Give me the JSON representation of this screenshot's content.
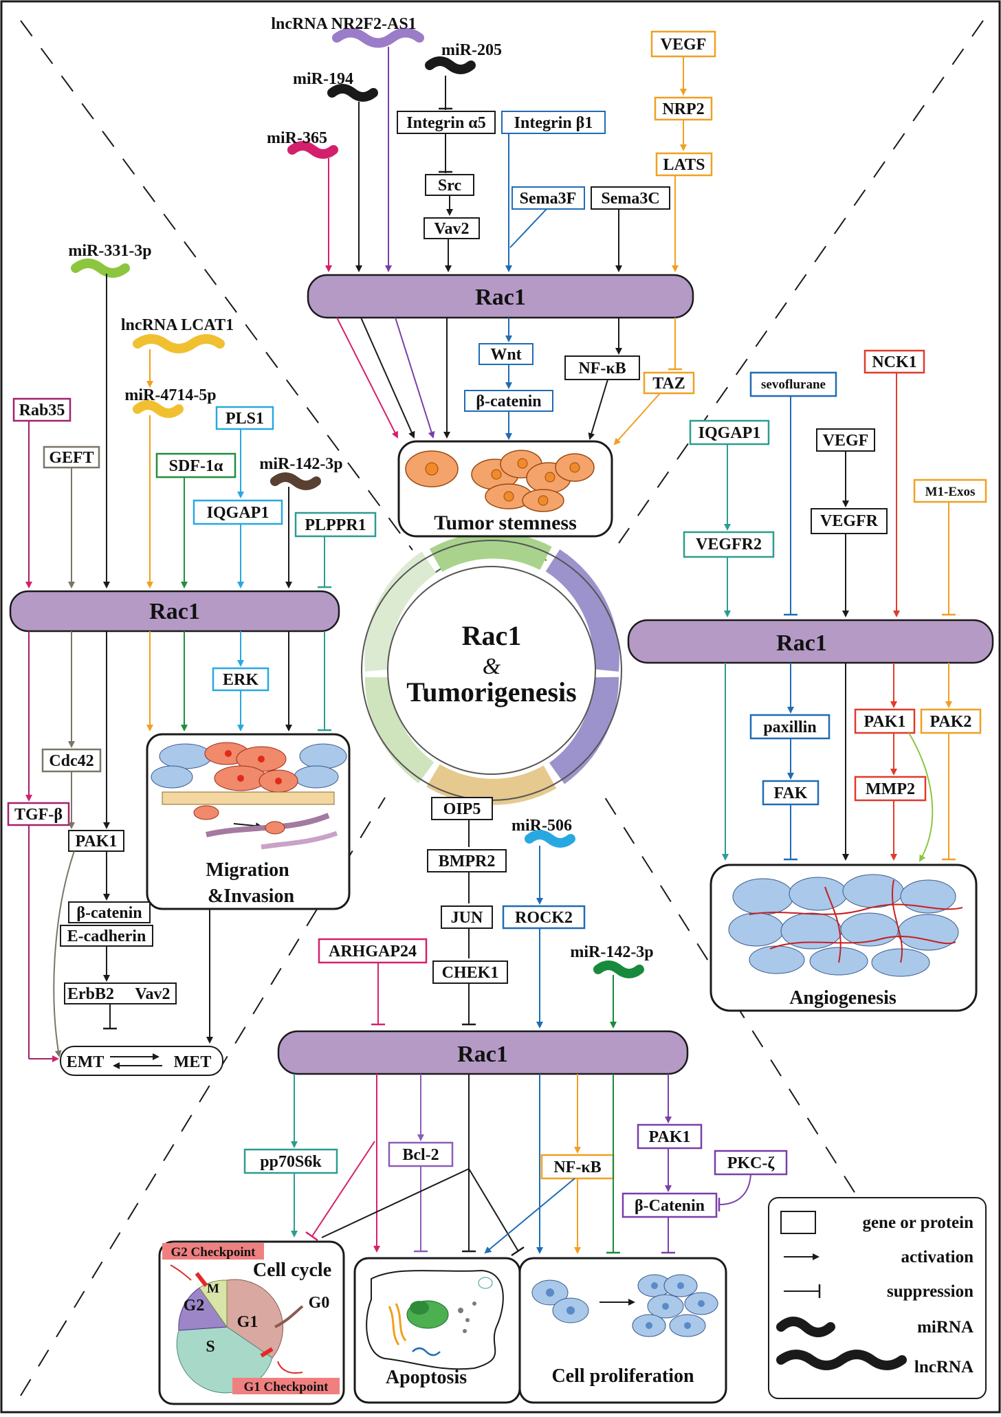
{
  "center": {
    "title": "Rac1",
    "amp": "&",
    "subtitle": "Tumorigenesis"
  },
  "hub_label": "Rac1",
  "colors": {
    "hub_fill": "#b49ac5",
    "black": "#1a1a1a",
    "blue": "#1f6bb5",
    "orange": "#f0a020",
    "purple": "#7a3ea8",
    "magenta": "#d4206c",
    "red": "#e03a2a",
    "teal": "#2a9d8f",
    "green": "#1f8f3a",
    "gray": "#7b7566",
    "lime": "#8cc63f",
    "cyan": "#28a8e0",
    "violet": "#8a5cb8",
    "brown": "#5a4030",
    "dkgreen": "#178a3c"
  },
  "top": {
    "ncrnas": [
      "lncRNA NR2F2-AS1",
      "miR-205",
      "miR-194",
      "miR-365"
    ],
    "boxes": {
      "integrin_a5": "Integrin α5",
      "integrin_b1": "Integrin β1",
      "src": "Src",
      "vav2": "Vav2",
      "sema3f": "Sema3F",
      "sema3c": "Sema3C",
      "vegf": "VEGF",
      "nrp2": "NRP2",
      "lats": "LATS",
      "wnt": "Wnt",
      "bcatenin": "β-catenin",
      "nfkb": "NF-κB",
      "taz": "TAZ"
    },
    "outcome": "Tumor stemness"
  },
  "left": {
    "ncrnas": [
      "miR-331-3p",
      "lncRNA LCAT1",
      "miR-4714-5p",
      "miR-142-3p"
    ],
    "boxes": {
      "rab35": "Rab35",
      "geft": "GEFT",
      "sdf1a": "SDF-1α",
      "pls1": "PLS1",
      "iqgap1": "IQGAP1",
      "plppr1": "PLPPR1",
      "erk": "ERK",
      "cdc42": "Cdc42",
      "tgfb": "TGF-β",
      "pak1": "PAK1",
      "bcatenin": "β-catenin",
      "ecadherin": "E-cadherin",
      "erbb2": "ErbB2",
      "vav2": "Vav2"
    },
    "emt": "EMT",
    "met": "MET",
    "outcome_line1": "Migration",
    "outcome_line2": "&Invasion"
  },
  "right": {
    "boxes": {
      "iqgap1": "IQGAP1",
      "sevo": "sevoflurane",
      "nck1": "NCK1",
      "vegf": "VEGF",
      "vegfr": "VEGFR",
      "vegfr2": "VEGFR2",
      "m1exos": "M1-Exos",
      "paxillin": "paxillin",
      "fak": "FAK",
      "pak1": "PAK1",
      "pak2": "PAK2",
      "mmp2": "MMP2"
    },
    "outcome": "Angiogenesis"
  },
  "bottom": {
    "ncrnas": [
      "miR-506",
      "miR-142-3p"
    ],
    "boxes": {
      "oip5": "OIP5",
      "bmpr2": "BMPR2",
      "jun": "JUN",
      "chek1": "CHEK1",
      "rock2": "ROCK2",
      "arhgap24": "ARHGAP24",
      "pp70": "pp70S6k",
      "bcl2": "Bcl-2",
      "nfkb": "NF-κB",
      "pak1": "PAK1",
      "pkcz": "PKC-ζ",
      "bcatenin": "β-Catenin"
    },
    "cell_cycle": {
      "title": "Cell cycle",
      "g2cp": "G2 Checkpoint",
      "g1cp": "G1 Checkpoint",
      "g0": "G0",
      "g1": "G1",
      "g2": "G2",
      "m": "M",
      "s": "S"
    },
    "apoptosis": "Apoptosis",
    "proliferation": "Cell proliferation"
  },
  "legend": {
    "gene": "gene or protein",
    "activation": "activation",
    "suppression": "suppression",
    "mirna": "miRNA",
    "lncrna": "lncRNA"
  }
}
